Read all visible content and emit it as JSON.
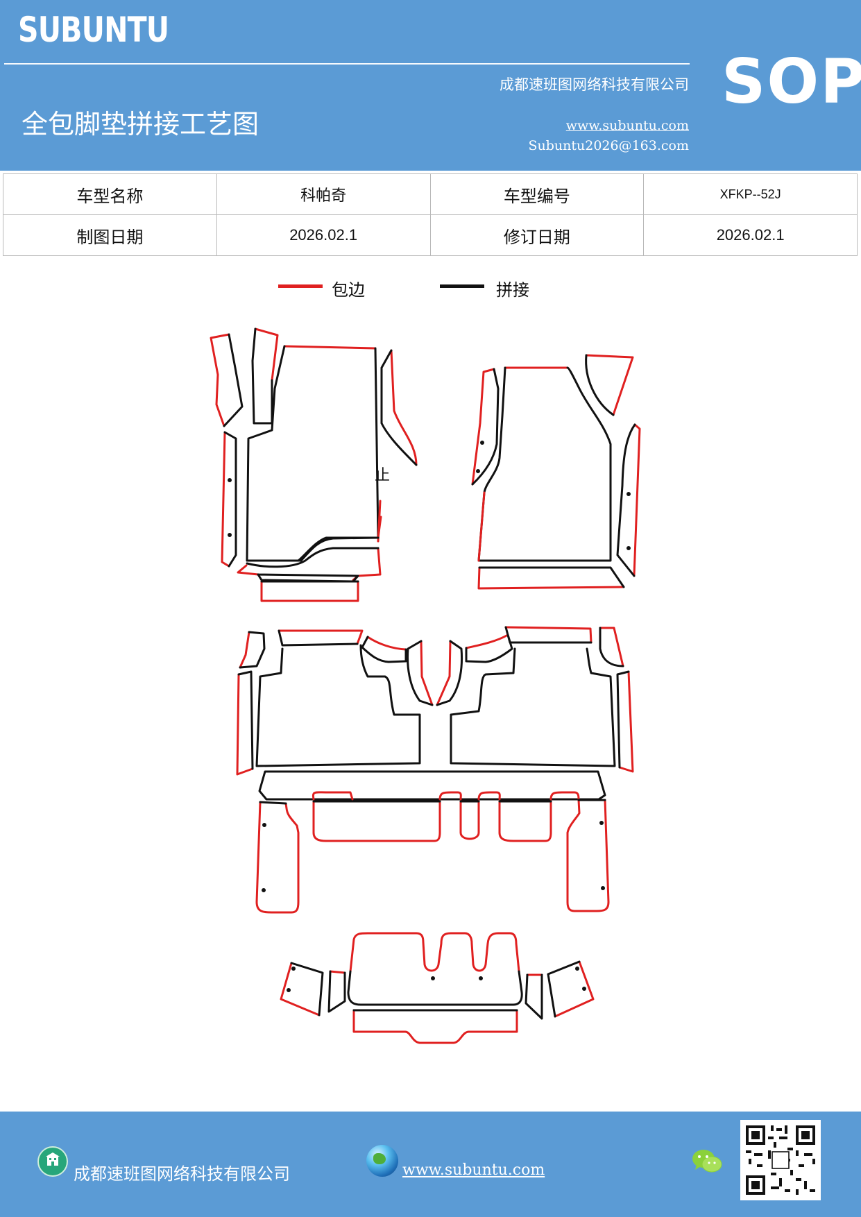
{
  "header": {
    "brand": "SUBUNTU",
    "company": "成都速班图网络科技有限公司",
    "title": "全包脚垫拼接工艺图",
    "website": "www.subuntu.com",
    "email": "Subuntu2026@163.com",
    "doc_type": "SOP",
    "bg_color": "#5b9bd5"
  },
  "info_table": {
    "rows": [
      {
        "label1": "车型名称",
        "value1": "科帕奇",
        "label2": "车型编号",
        "value2": "XFKP--52J"
      },
      {
        "label1": "制图日期",
        "value1": "2026.02.1",
        "label2": "修订日期",
        "value2": "2026.02.1"
      }
    ]
  },
  "legend": {
    "items": [
      {
        "label": "包边",
        "color": "#e02020"
      },
      {
        "label": "拼接",
        "color": "#111111"
      }
    ]
  },
  "diagram": {
    "marks": [
      "止"
    ]
  },
  "footer": {
    "company": "成都速班图网络科技有限公司",
    "website": "www.subuntu.com",
    "icons": [
      "building-icon",
      "globe-icon",
      "wechat-icon",
      "qr-code"
    ]
  }
}
